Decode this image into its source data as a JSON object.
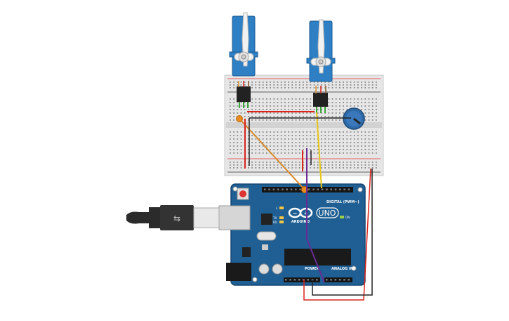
{
  "canvas": {
    "background": "#ffffff"
  },
  "arduino": {
    "logo_text": "ARDUINO",
    "model_text": "UNO",
    "digital_header_label": "DIGITAL (PWM~)",
    "power_label": "POWER",
    "analog_label": "ANALOG IN",
    "on_label": "ON",
    "led_l_label": "L",
    "tx_label": "TX",
    "rx_label": "RX",
    "board_color": "#1f5f93"
  },
  "breadboard": {
    "color": "#e6e6e6"
  },
  "components": {
    "servo_color": "#2e7fc4",
    "potentiometer_color": "#2f6aa8"
  },
  "wires": {
    "power": "#d9241c",
    "ground": "#222222",
    "signal_orange": "#d88a2a",
    "signal_yellow": "#e6c619",
    "signal_purple": "#6a2b94",
    "signal_green": "#3aa63a"
  },
  "usb_cable": {
    "color": "#2b2b2b"
  }
}
